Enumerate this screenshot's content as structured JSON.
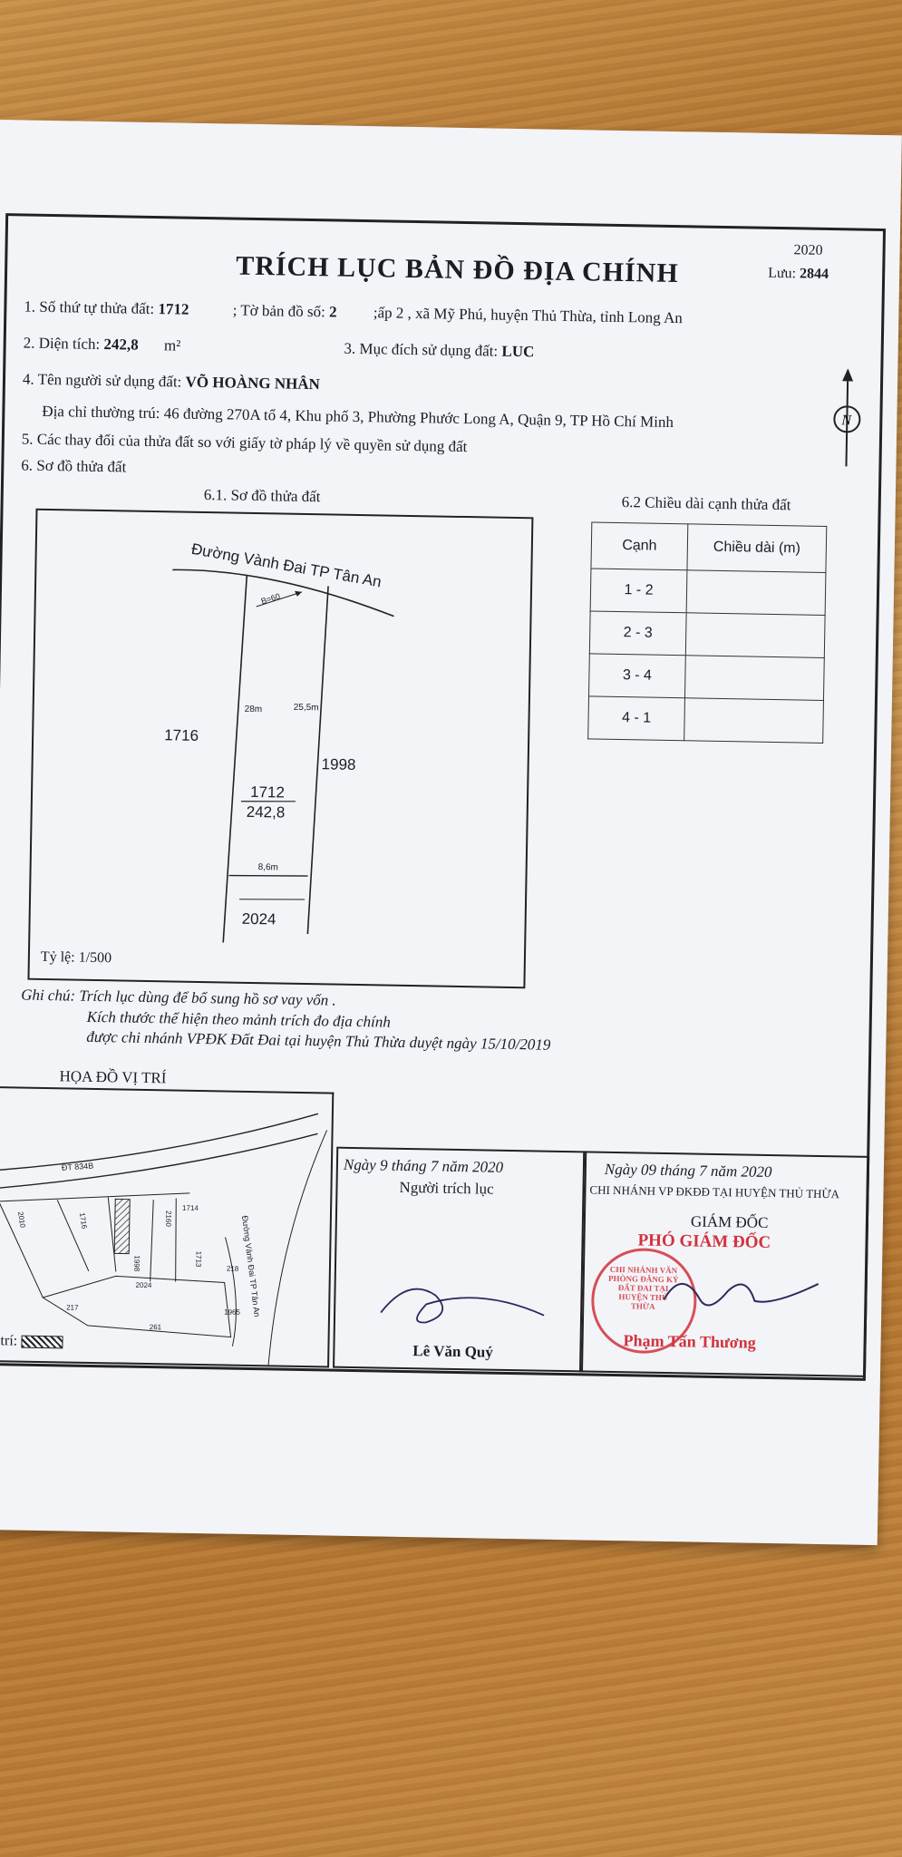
{
  "header": {
    "year": "2020",
    "luu_label": "Lưu:",
    "luu_value": "2844",
    "title": "TRÍCH LỤC BẢN ĐỒ ĐỊA CHÍNH"
  },
  "items": {
    "l1_label": "1. Số thứ tự thửa đất:",
    "l1_value": "1712",
    "l1_map_label": "; Tờ bản đồ số:",
    "l1_map_value": "2",
    "l1_addr": ";ấp 2 , xã Mỹ Phú, huyện Thủ Thừa, tỉnh Long An",
    "l2_label": "2. Diện tích:",
    "l2_value": "242,8",
    "l2_unit": "m²",
    "l3_label": "3. Mục đích sử dụng đất:",
    "l3_value": "LUC",
    "l4_label": "4. Tên người sử dụng đất:",
    "l4_value": "VÕ HOÀNG NHÂN",
    "l4_addr": "Địa chỉ thường trú: 46 đường 270A tổ 4, Khu phố 3, Phường Phước Long A, Quận 9, TP Hồ Chí Minh",
    "l5": "5. Các thay đổi của thửa đất so với giấy tờ pháp lý về quyền sử dụng đất",
    "l6": "6. Sơ đồ thửa đất"
  },
  "sketch": {
    "heading": "6.1. Sơ đồ thửa đất",
    "road": "Đường Vành Đai TP Tân An",
    "road_width": "B=60",
    "left_len": "28m",
    "right_len": "25,5m",
    "parcel_no": "1712",
    "parcel_area": "242,8",
    "bottom_len": "8,6m",
    "neighbor_left": "1716",
    "neighbor_right": "1998",
    "neighbor_bottom": "2024",
    "scale": "Tỷ lệ: 1/500"
  },
  "edges": {
    "heading": "6.2 Chiều dài cạnh thửa đất",
    "col1": "Cạnh",
    "col2": "Chiều dài (m)",
    "rows": [
      {
        "edge": "1 - 2",
        "len": ""
      },
      {
        "edge": "2 - 3",
        "len": ""
      },
      {
        "edge": "3 - 4",
        "len": ""
      },
      {
        "edge": "4 - 1",
        "len": ""
      }
    ]
  },
  "notes": {
    "n1": "Ghi chú: Trích lục dùng để bổ sung hồ sơ vay vốn .",
    "n2": "Kích thước thể hiện theo mảnh trích đo địa chính",
    "n3": "được chi nhánh VPĐK Đất Đai tại huyện Thủ Thừa duyệt ngày 15/10/2019"
  },
  "location": {
    "heading": "HỌA ĐỒ VỊ TRÍ",
    "road_code": "ĐT 834B",
    "road_name": "Đường Vành Đai TP Tân An",
    "parcels": [
      "2010",
      "1716",
      "1998",
      "2160",
      "1714",
      "2024",
      "1713",
      "218",
      "217",
      "261",
      "1965"
    ],
    "marker": "Vị trí:"
  },
  "signatures": {
    "left_date": "Ngày 9 tháng 7 năm 2020",
    "left_role": "Người trích lục",
    "left_name": "Lê Văn Quý",
    "right_date": "Ngày 09 tháng 7 năm 2020",
    "right_org": "CHI NHÁNH VP ĐKĐĐ TẠI HUYỆN THỦ THỪA",
    "right_title1": "GIÁM ĐỐC",
    "right_title2": "PHÓ GIÁM ĐỐC",
    "right_name": "Phạm Tấn Thương",
    "stamp_text": "CHI NHÁNH VĂN PHÒNG ĐĂNG KÝ ĐẤT ĐAI TẠI HUYỆN THỦ THỪA"
  },
  "colors": {
    "stamp_red": "#d2323c",
    "ink": "#1c1c24",
    "paper": "#f3f4f8"
  }
}
